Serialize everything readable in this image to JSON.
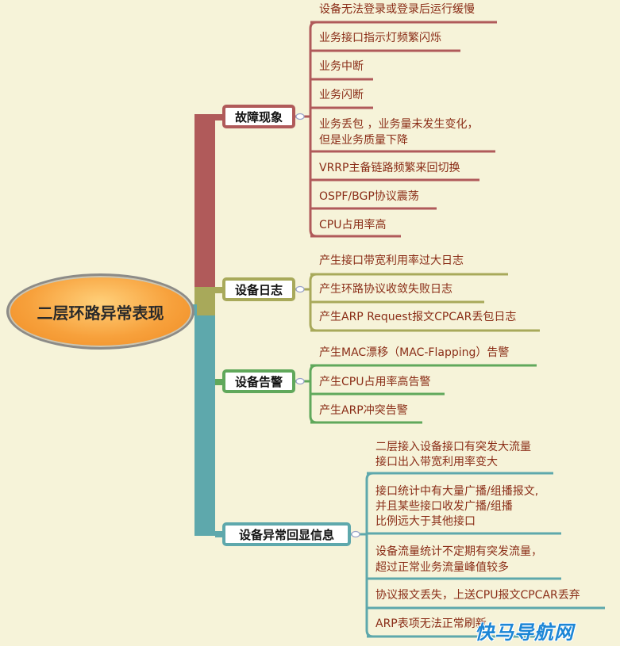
{
  "root": {
    "label": "二层环路异常表现"
  },
  "colors": {
    "fault": "#b05a5a",
    "log": "#a8a95a",
    "alarm": "#60a85b",
    "display": "#5ea8ac",
    "leaf_text": "#8a2d17",
    "watermark": "#1c86d6"
  },
  "branches": [
    {
      "label": "故障现象",
      "leaves": [
        "设备无法登录或登录后运行缓慢",
        "业务接口指示灯频繁闪烁",
        "业务中断",
        "业务闪断",
        "业务丢包 ，业务量未发生变化，\n但是业务质量下降",
        "VRRP主备链路频繁来回切换",
        "OSPF/BGP协议震荡",
        "CPU占用率高"
      ]
    },
    {
      "label": "设备日志",
      "leaves": [
        "产生接口带宽利用率过大日志",
        "产生环路协议收敛失败日志",
        "产生ARP Request报文CPCAR丢包日志"
      ]
    },
    {
      "label": "设备告警",
      "leaves": [
        "产生MAC漂移（MAC-Flapping）告警",
        "产生CPU占用率高告警",
        "产生ARP冲突告警"
      ]
    },
    {
      "label": "设备异常回显信息",
      "leaves": [
        "二层接入设备接口有突发大流量\n接口出入带宽利用率变大",
        "接口统计中有大量广播/组播报文,\n并且某些接口收发广播/组播\n比例远大于其他接口",
        "设备流量统计不定期有突发流量，\n超过正常业务流量峰值较多",
        "协议报文丢失，上送CPU报文CPCAR丢弃",
        "ARP表项无法正常刷新"
      ]
    }
  ],
  "watermark": "快马导航网"
}
